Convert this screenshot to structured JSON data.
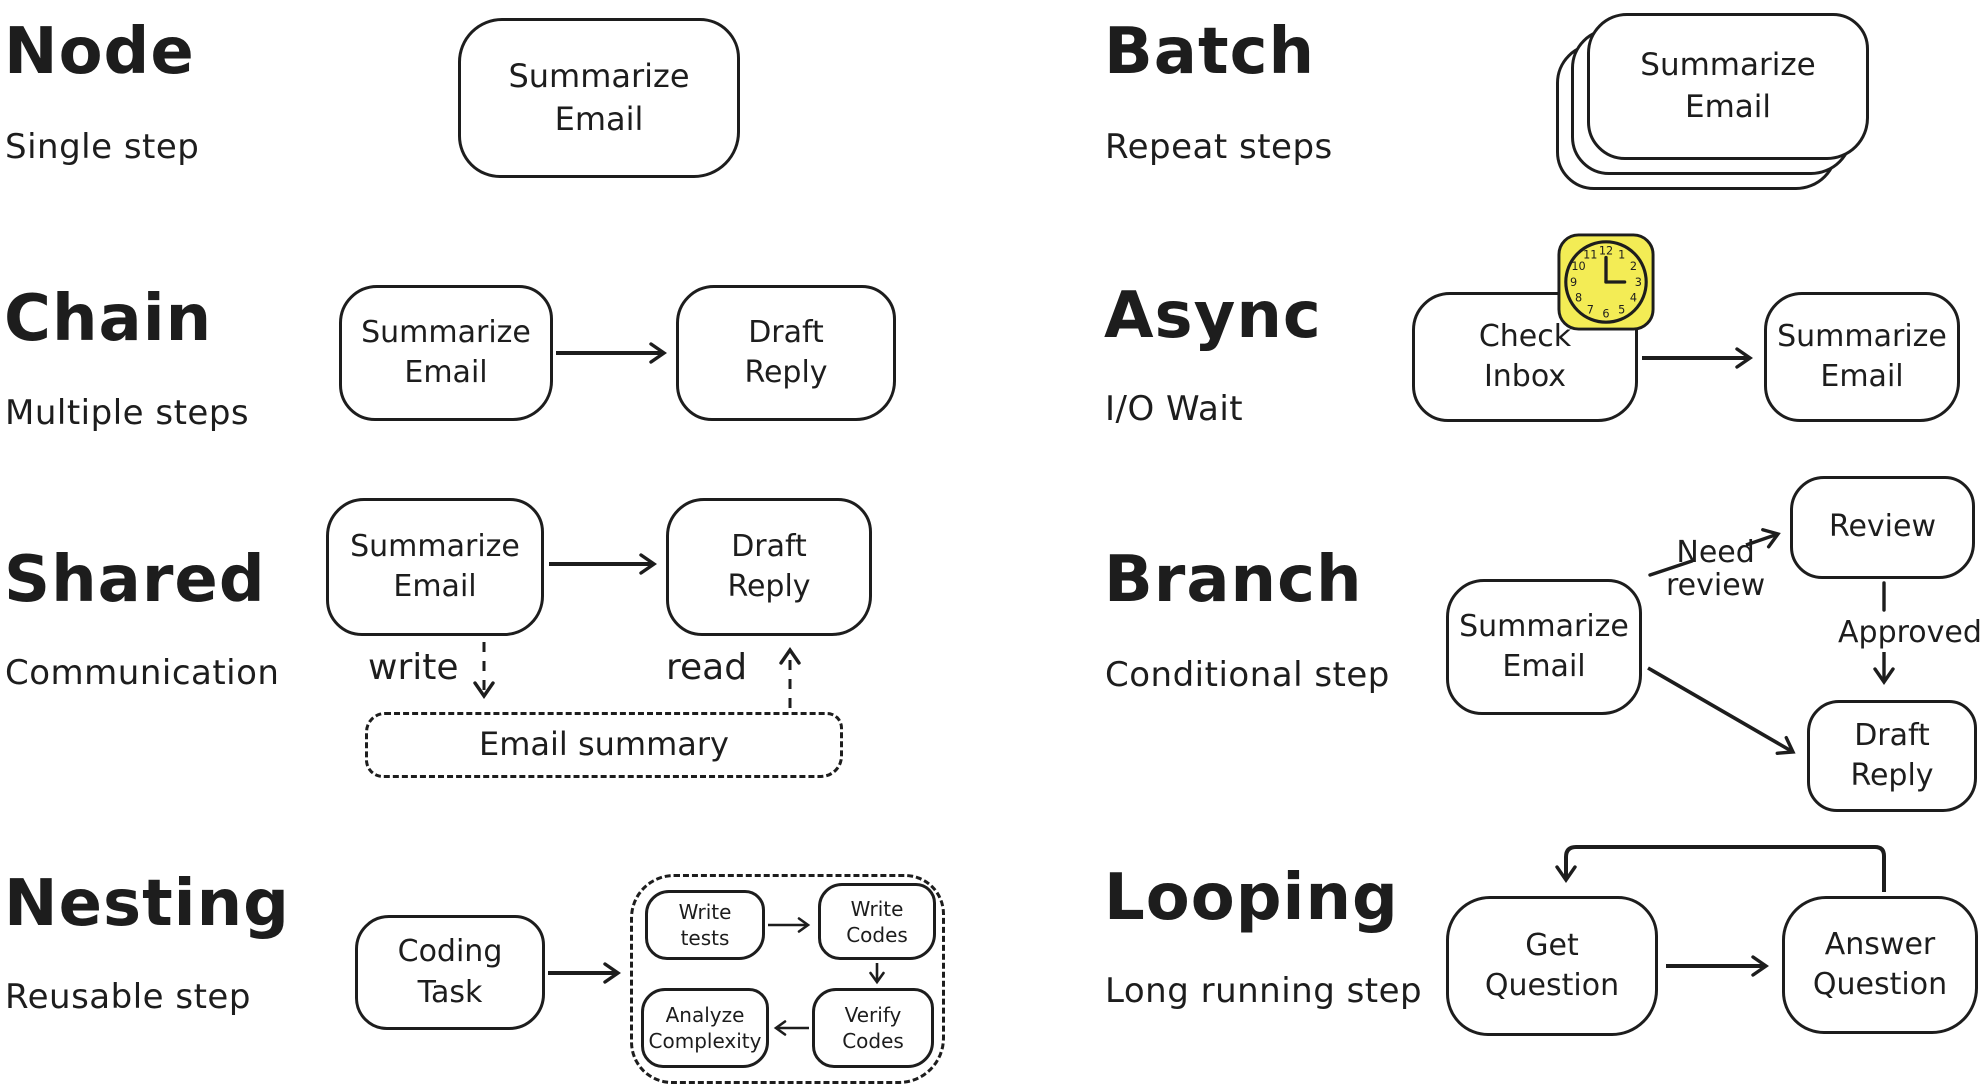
{
  "colors": {
    "ink": "#1d1d1d",
    "paper": "#ffffff",
    "clock_yellow": "#f3ec55"
  },
  "node": {
    "title": "Node",
    "subtitle": "Single step",
    "box1": "Summarize\nEmail"
  },
  "chain": {
    "title": "Chain",
    "subtitle": "Multiple steps",
    "box1": "Summarize\nEmail",
    "box2": "Draft\nReply"
  },
  "shared": {
    "title": "Shared",
    "subtitle": "Communication",
    "box1": "Summarize\nEmail",
    "box2": "Draft\nReply",
    "write_label": "write",
    "read_label": "read",
    "store": "Email summary"
  },
  "nesting": {
    "title": "Nesting",
    "subtitle": "Reusable step",
    "outer": "Coding\nTask",
    "inner1": "Write\ntests",
    "inner2": "Write\nCodes",
    "inner3": "Verify\nCodes",
    "inner4": "Analyze\nComplexity"
  },
  "batch": {
    "title": "Batch",
    "subtitle": "Repeat steps",
    "box1": "Summarize\nEmail"
  },
  "async": {
    "title": "Async",
    "subtitle": "I/O Wait",
    "box1": "Check\nInbox",
    "box2": "Summarize\nEmail",
    "icon": "clock-icon"
  },
  "branch": {
    "title": "Branch",
    "subtitle": "Conditional step",
    "box1": "Summarize\nEmail",
    "box2": "Review",
    "box3": "Draft\nReply",
    "label_need_review": "Need\nreview",
    "label_approved": "Approved"
  },
  "looping": {
    "title": "Looping",
    "subtitle": "Long running step",
    "box1": "Get\nQuestion",
    "box2": "Answer\nQuestion"
  },
  "clock": {
    "numbers": [
      "12",
      "1",
      "2",
      "3",
      "4",
      "5",
      "6",
      "7",
      "8",
      "9",
      "10",
      "11"
    ],
    "hands": {
      "hour": "3",
      "minute": "12"
    }
  }
}
